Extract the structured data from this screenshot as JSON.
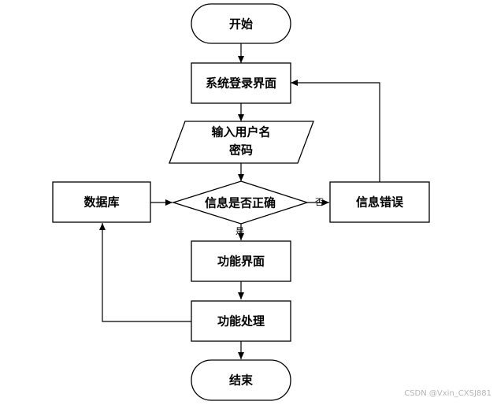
{
  "nodes": {
    "start": "开始",
    "login": "系统登录界面",
    "input_line1": "输入用户名",
    "input_line2": "密码",
    "decision": "信息是否正确",
    "database": "数据库",
    "error": "信息错误",
    "function_ui": "功能界面",
    "function_proc": "功能处理",
    "end": "结束"
  },
  "edges": {
    "no": "否",
    "yes": "是"
  },
  "watermark": "CSDN @Vxin_CXSJ881"
}
